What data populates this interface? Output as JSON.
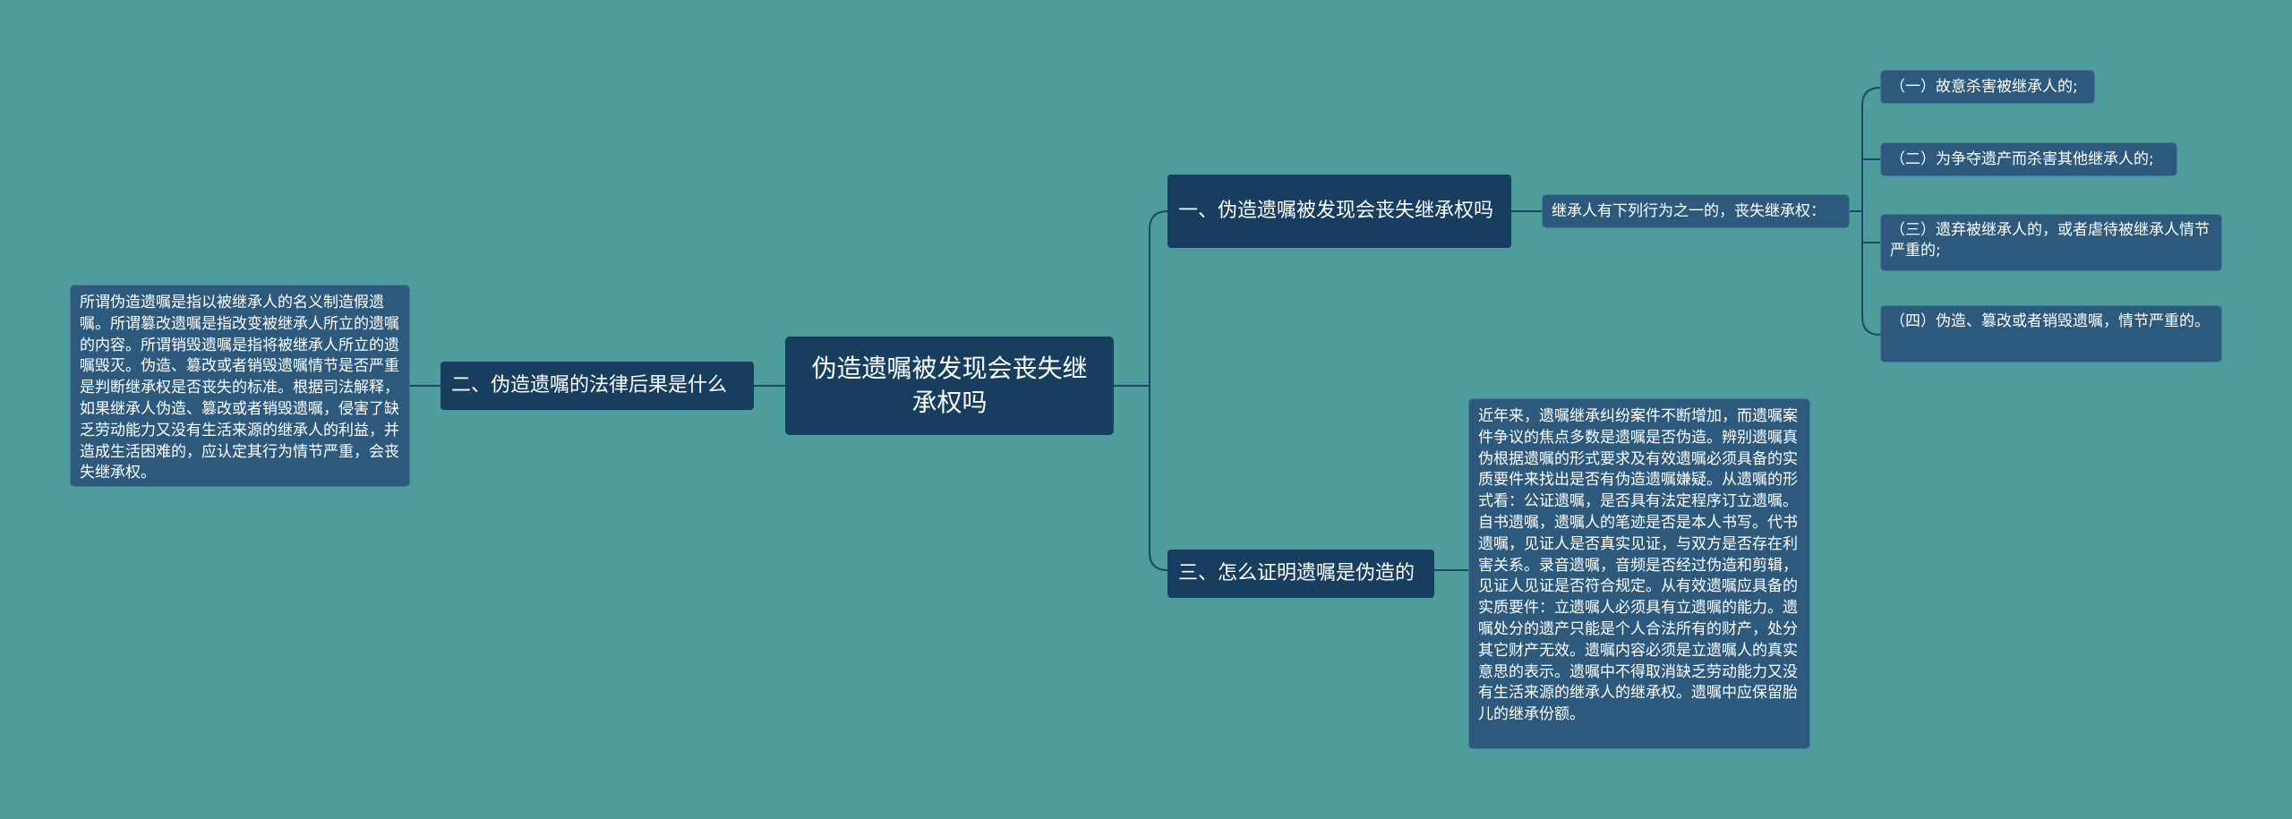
{
  "root": {
    "text": "伪造遗嘱被发现会丧失继承权吗"
  },
  "branches": {
    "b1": {
      "title": "一、伪造遗嘱被发现会丧失继承权吗",
      "child": "继承人有下列行为之一的，丧失继承权：",
      "items": [
        "（一）故意杀害被继承人的;",
        "（二）为争夺遗产而杀害其他继承人的;",
        "（三）遗弃被继承人的，或者虐待被继承人情节严重的;",
        "（四）伪造、篡改或者销毁遗嘱，情节严重的。"
      ]
    },
    "b2": {
      "title": "二、伪造遗嘱的法律后果是什么",
      "detail": "所谓伪造遗嘱是指以被继承人的名义制造假遗嘱。所谓篡改遗嘱是指改变被继承人所立的遗嘱的内容。所谓销毁遗嘱是指将被继承人所立的遗嘱毁灭。伪造、篡改或者销毁遗嘱情节是否严重是判断继承权是否丧失的标准。根据司法解释，如果继承人伪造、篡改或者销毁遗嘱，侵害了缺乏劳动能力又没有生活来源的继承人的利益，并造成生活困难的，应认定其行为情节严重，会丧失继承权。"
    },
    "b3": {
      "title": "三、怎么证明遗嘱是伪造的",
      "detail": "近年来，遗嘱继承纠纷案件不断增加，而遗嘱案件争议的焦点多数是遗嘱是否伪造。辨别遗嘱真伪根据遗嘱的形式要求及有效遗嘱必须具备的实质要件来找出是否有伪造遗嘱嫌疑。从遗嘱的形式看：公证遗嘱，是否具有法定程序订立遗嘱。自书遗嘱，遗嘱人的笔迹是否是本人书写。代书遗嘱，见证人是否真实见证，与双方是否存在利害关系。录音遗嘱，音频是否经过伪造和剪辑，见证人见证是否符合规定。从有效遗嘱应具备的实质要件：立遗嘱人必须具有立遗嘱的能力。遗嘱处分的遗产只能是个人合法所有的财产，处分其它财产无效。遗嘱内容必须是立遗嘱人的真实意思的表示。遗嘱中不得取消缺乏劳动能力又没有生活来源的继承人的继承权。遗嘱中应保留胎儿的继承份额。"
    }
  },
  "colors": {
    "background": "#4f9c9c",
    "main_node": "#173e5f",
    "sub_node": "#2d5a7c",
    "connector": "#1d4766"
  }
}
